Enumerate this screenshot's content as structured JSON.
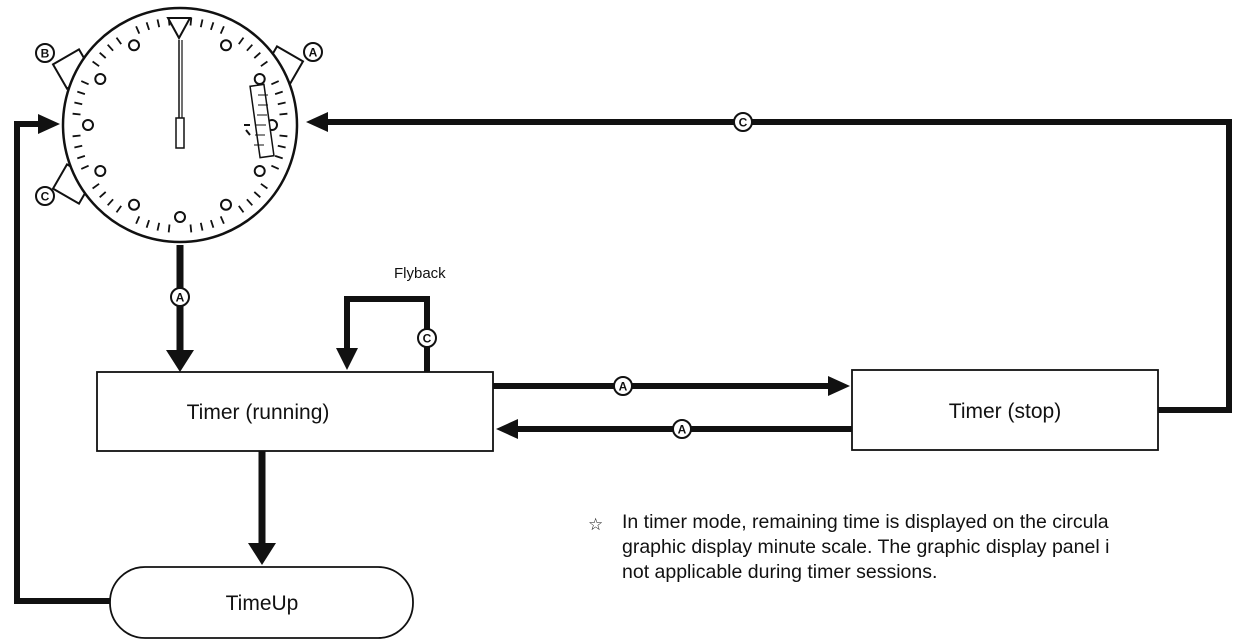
{
  "states": {
    "running": "Timer (running)",
    "stop": "Timer (stop)",
    "timeup": "TimeUp"
  },
  "flyback_label": "Flyback",
  "buttons": {
    "a": "A",
    "b": "B",
    "c": "C"
  },
  "transitions": [
    {
      "from": "watch",
      "to": "running",
      "button": "A"
    },
    {
      "from": "running",
      "to": "running",
      "button": "C",
      "label": "Flyback"
    },
    {
      "from": "running",
      "to": "stop",
      "button": "A"
    },
    {
      "from": "stop",
      "to": "running",
      "button": "A"
    },
    {
      "from": "stop",
      "to": "watch",
      "button": "C"
    },
    {
      "from": "running",
      "to": "timeup",
      "button": ""
    },
    {
      "from": "timeup",
      "to": "watch",
      "button": ""
    }
  ],
  "note": {
    "symbol": "☆",
    "lines": [
      "In timer mode, remaining time is displayed on the circula",
      "graphic display minute scale. The graphic display panel i",
      "not applicable during timer sessions."
    ]
  }
}
